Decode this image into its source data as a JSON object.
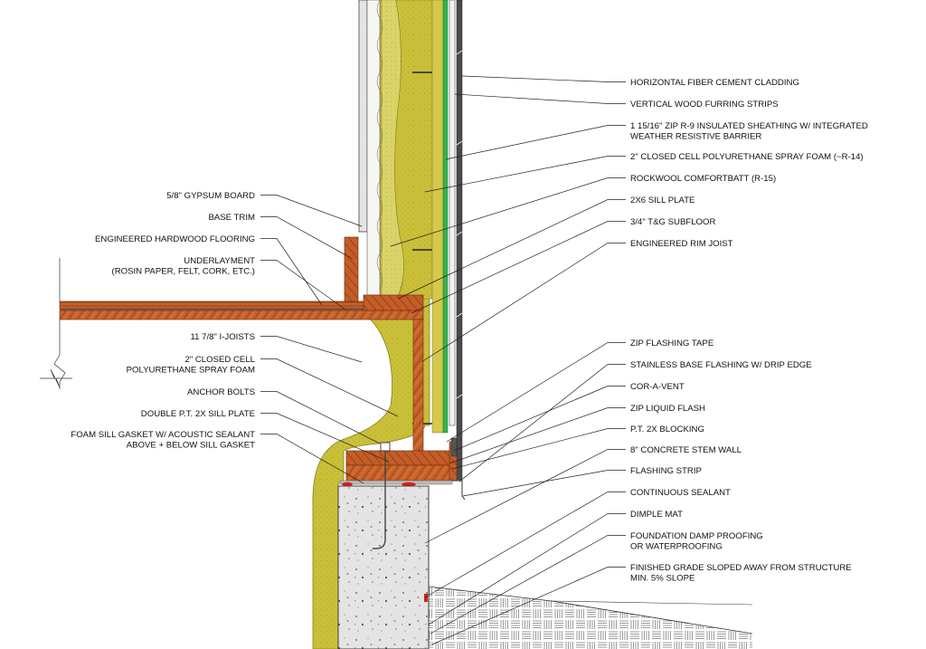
{
  "colors": {
    "foam": "#c9bf38",
    "foam_edge": "#8a8420",
    "wood": "#c8612a",
    "wood_dark": "#7a3412",
    "concrete": "#e4e4e4",
    "green": "#35b34a",
    "cladding": "#4a4a4a",
    "gasket_red": "#d42020",
    "gypsum": "#e8e8e8"
  },
  "labels": {
    "right": [
      {
        "id": "horizontal-fiber-cement-cladding",
        "lines": [
          "HORIZONTAL FIBER CEMENT CLADDING"
        ]
      },
      {
        "id": "vertical-wood-furring-strips",
        "lines": [
          "VERTICAL WOOD FURRING STRIPS"
        ]
      },
      {
        "id": "zip-r9-sheathing",
        "lines": [
          "1 15/16\" ZIP R-9 INSULATED SHEATHING W/ INTEGRATED",
          "WEATHER RESISTIVE BARRIER"
        ]
      },
      {
        "id": "closed-cell-foam-r14",
        "lines": [
          "2\" CLOSED CELL POLYURETHANE SPRAY FOAM (~R-14)"
        ]
      },
      {
        "id": "rockwool-comfortbatt",
        "lines": [
          "ROCKWOOL COMFORTBATT (R-15)"
        ]
      },
      {
        "id": "2x6-sill-plate",
        "lines": [
          "2X6 SILL PLATE"
        ]
      },
      {
        "id": "tg-subfloor",
        "lines": [
          "3/4\" T&G SUBFLOOR"
        ]
      },
      {
        "id": "engineered-rim-joist",
        "lines": [
          "ENGINEERED RIM JOIST"
        ]
      },
      {
        "id": "zip-flashing-tape",
        "lines": [
          "ZIP FLASHING TAPE"
        ]
      },
      {
        "id": "stainless-base-flashing",
        "lines": [
          "STAINLESS BASE FLASHING W/ DRIP EDGE"
        ]
      },
      {
        "id": "cor-a-vent",
        "lines": [
          "COR-A-VENT"
        ]
      },
      {
        "id": "zip-liquid-flash",
        "lines": [
          "ZIP LIQUID FLASH"
        ]
      },
      {
        "id": "pt-2x-blocking",
        "lines": [
          "P.T. 2X BLOCKING"
        ]
      },
      {
        "id": "concrete-stem-wall",
        "lines": [
          "8\" CONCRETE STEM WALL"
        ]
      },
      {
        "id": "flashing-strip",
        "lines": [
          "FLASHING STRIP"
        ]
      },
      {
        "id": "continuous-sealant",
        "lines": [
          "CONTINUOUS SEALANT"
        ]
      },
      {
        "id": "dimple-mat",
        "lines": [
          "DIMPLE MAT"
        ]
      },
      {
        "id": "foundation-damp-proofing",
        "lines": [
          "FOUNDATION DAMP PROOFING",
          "OR WATERPROOFING"
        ]
      },
      {
        "id": "finished-grade",
        "lines": [
          "FINISHED GRADE SLOPED AWAY FROM STRUCTURE",
          "MIN. 5% SLOPE"
        ]
      }
    ],
    "left": [
      {
        "id": "gypsum-board",
        "lines": [
          "5/8\" GYPSUM BOARD"
        ]
      },
      {
        "id": "base-trim",
        "lines": [
          "BASE TRIM"
        ]
      },
      {
        "id": "engineered-hardwood-flooring",
        "lines": [
          "ENGINEERED HARDWOOD FLOORING"
        ]
      },
      {
        "id": "underlayment",
        "lines": [
          "UNDERLAYMENT",
          "(ROSIN PAPER, FELT, CORK, ETC.)"
        ]
      },
      {
        "id": "i-joists",
        "lines": [
          "11 7/8\" I-JOISTS"
        ]
      },
      {
        "id": "closed-cell-foam",
        "lines": [
          "2\" CLOSED CELL",
          "POLYURETHANE SPRAY FOAM"
        ]
      },
      {
        "id": "anchor-bolts",
        "lines": [
          "ANCHOR BOLTS"
        ]
      },
      {
        "id": "double-pt-sill-plate",
        "lines": [
          "DOUBLE P.T. 2X SILL PLATE"
        ]
      },
      {
        "id": "foam-sill-gasket",
        "lines": [
          "FOAM SILL GASKET W/ ACOUSTIC SEALANT",
          "ABOVE + BELOW SILL GASKET"
        ]
      }
    ]
  }
}
